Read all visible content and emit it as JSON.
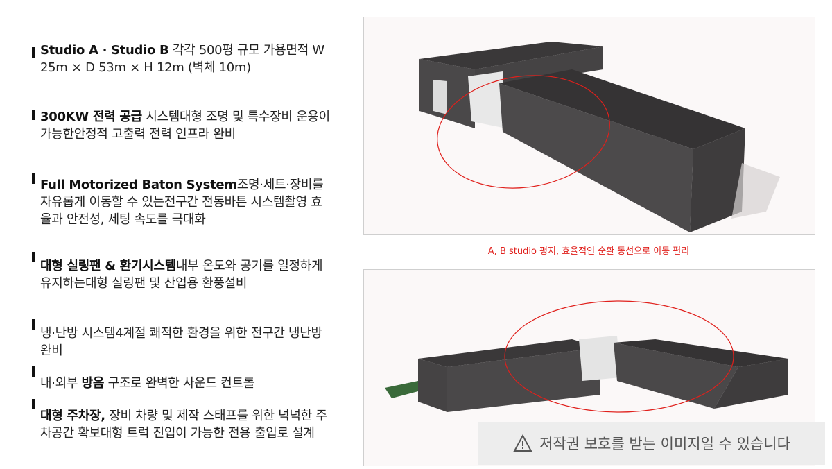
{
  "features": [
    {
      "bold": "Studio A · Studio B",
      "text": " 각각 500평 규모 가용면적 W 25m × D 53m × H 12m (벽체 10m)"
    },
    {
      "bold": "300KW 전력 공급",
      "text": " 시스템대형 조명 및 특수장비 운용이 가능한안정적 고출력 전력 인프라 완비"
    },
    {
      "bold": "Full Motorized Baton System",
      "text": "조명·세트·장비를 자유롭게 이동할 수 있는전구간 전동바튼 시스템촬영 효율과 안전성, 세팅 속도를 극대화"
    },
    {
      "bold": "대형 실링팬 & 환기시스템",
      "text": "내부 온도와 공기를 일정하게 유지하는대형 실링팬 및 산업용 환풍설비"
    },
    {
      "pre": "냉·난방 시스템4계절 쾌적한 환경을 위한 전구간 냉난방 완비"
    },
    {
      "pre": "내·외부 ",
      "bold": "방음",
      "text": " 구조로 완벽한 사운드 컨트롤"
    },
    {
      "bold": "대형 주차장,",
      "text": " 장비 차량 및 제작 스태프를 위한 넉넉한 주차공간 확보대형 트럭 진입이 가능한 전용 출입로 설계"
    }
  ],
  "caption": "A, B studio 평지, 효율적인 순환 동선으로 이동 편리",
  "watermark": {
    "icon": "warning-icon",
    "text": "저작권 보호를 받는 이미지일 수 있습니다"
  },
  "colors": {
    "accent": "#e0201c",
    "building": "#3d3b3c"
  }
}
